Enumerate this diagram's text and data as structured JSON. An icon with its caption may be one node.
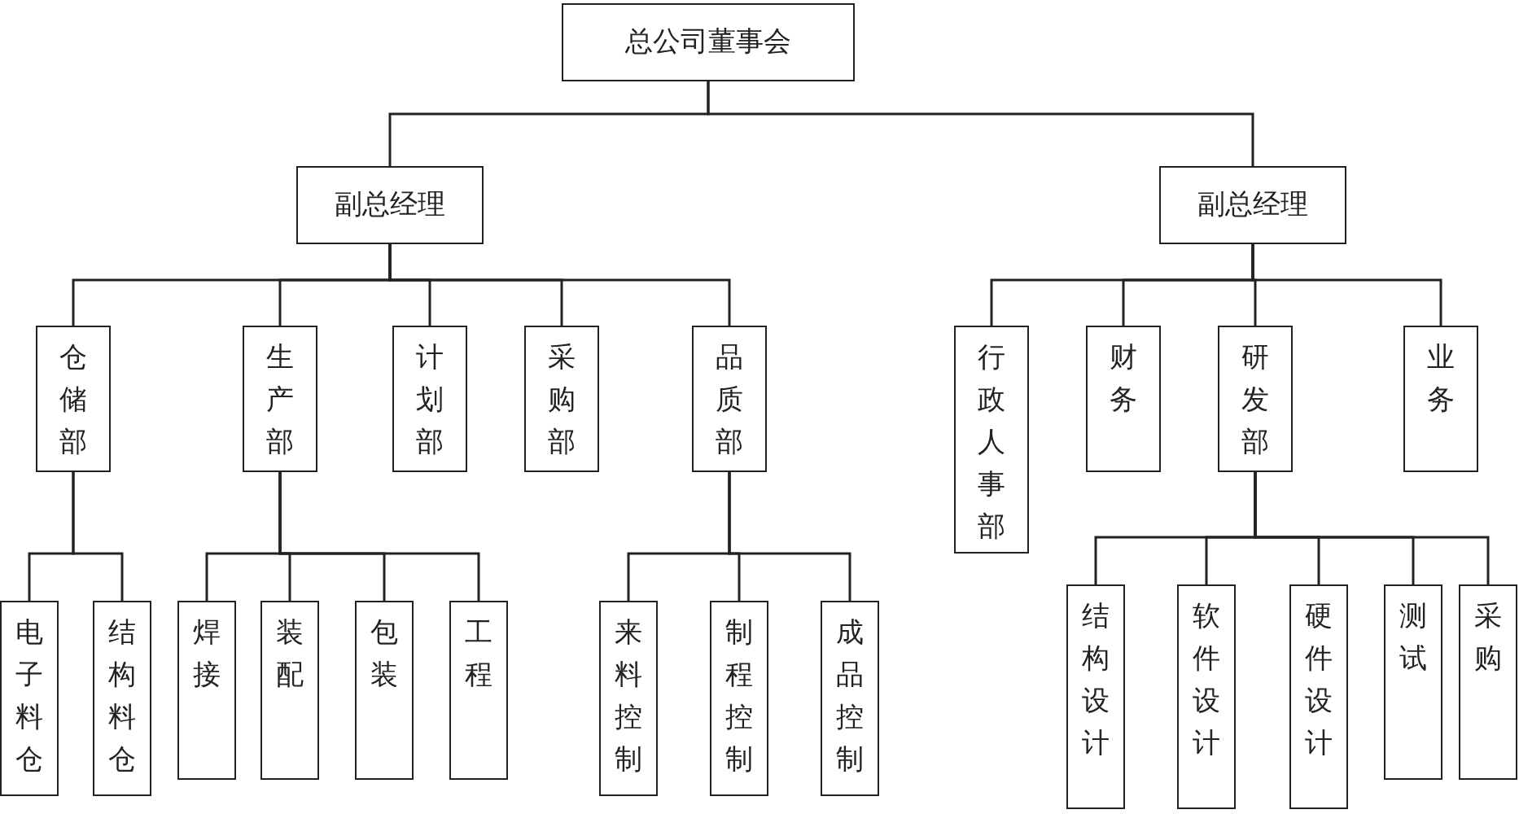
{
  "diagram": {
    "nodes": [
      {
        "text": [
          "总公司董事会"
        ]
      },
      {
        "text": [
          "副总经理"
        ]
      },
      {
        "text": [
          "副总经理"
        ]
      },
      {
        "text": [
          "仓储部"
        ]
      },
      {
        "text": [
          "生产部"
        ]
      },
      {
        "text": [
          "计划部"
        ]
      },
      {
        "text": [
          "采购部"
        ]
      },
      {
        "text": [
          "品质部"
        ]
      },
      {
        "text": [
          "行政人事部"
        ]
      },
      {
        "text": [
          "财务"
        ]
      },
      {
        "text": [
          "研发部"
        ]
      },
      {
        "text": [
          "业务"
        ]
      },
      {
        "text": [
          "电子料仓"
        ]
      },
      {
        "text": [
          "结构料仓"
        ]
      },
      {
        "text": [
          "焊接"
        ]
      },
      {
        "text": [
          "装配"
        ]
      },
      {
        "text": [
          "包装"
        ]
      },
      {
        "text": [
          "工程"
        ]
      },
      {
        "text": [
          "来料控制"
        ]
      },
      {
        "text": [
          "制程控制"
        ]
      },
      {
        "text": [
          "成品控制"
        ]
      },
      {
        "text": [
          "结构设计"
        ]
      },
      {
        "text": [
          "软件设计"
        ]
      },
      {
        "text": [
          "硬件设计"
        ]
      },
      {
        "text": [
          "测试"
        ]
      },
      {
        "text": [
          "采购"
        ]
      }
    ],
    "edges": [
      {
        "from": 0,
        "to": 1,
        "arrow": "none"
      },
      {
        "from": 0,
        "to": 2,
        "arrow": "none"
      },
      {
        "from": 1,
        "to": 3,
        "arrow": "none"
      },
      {
        "from": 1,
        "to": 4,
        "arrow": "none"
      },
      {
        "from": 1,
        "to": 5,
        "arrow": "none"
      },
      {
        "from": 1,
        "to": 6,
        "arrow": "none"
      },
      {
        "from": 1,
        "to": 7,
        "arrow": "none"
      },
      {
        "from": 2,
        "to": 8,
        "arrow": "none"
      },
      {
        "from": 2,
        "to": 9,
        "arrow": "none"
      },
      {
        "from": 2,
        "to": 10,
        "arrow": "none"
      },
      {
        "from": 2,
        "to": 11,
        "arrow": "none"
      },
      {
        "from": 3,
        "to": 12,
        "arrow": "none"
      },
      {
        "from": 3,
        "to": 13,
        "arrow": "none"
      },
      {
        "from": 4,
        "to": 14,
        "arrow": "none"
      },
      {
        "from": 4,
        "to": 15,
        "arrow": "none"
      },
      {
        "from": 4,
        "to": 16,
        "arrow": "none"
      },
      {
        "from": 4,
        "to": 17,
        "arrow": "none"
      },
      {
        "from": 7,
        "to": 18,
        "arrow": "none"
      },
      {
        "from": 7,
        "to": 19,
        "arrow": "none"
      },
      {
        "from": 7,
        "to": 20,
        "arrow": "none"
      },
      {
        "from": 10,
        "to": 21,
        "arrow": "none"
      },
      {
        "from": 10,
        "to": 22,
        "arrow": "none"
      },
      {
        "from": 10,
        "to": 23,
        "arrow": "none"
      },
      {
        "from": 10,
        "to": 24,
        "arrow": "none"
      },
      {
        "from": 10,
        "to": 25,
        "arrow": "none"
      }
    ]
  }
}
